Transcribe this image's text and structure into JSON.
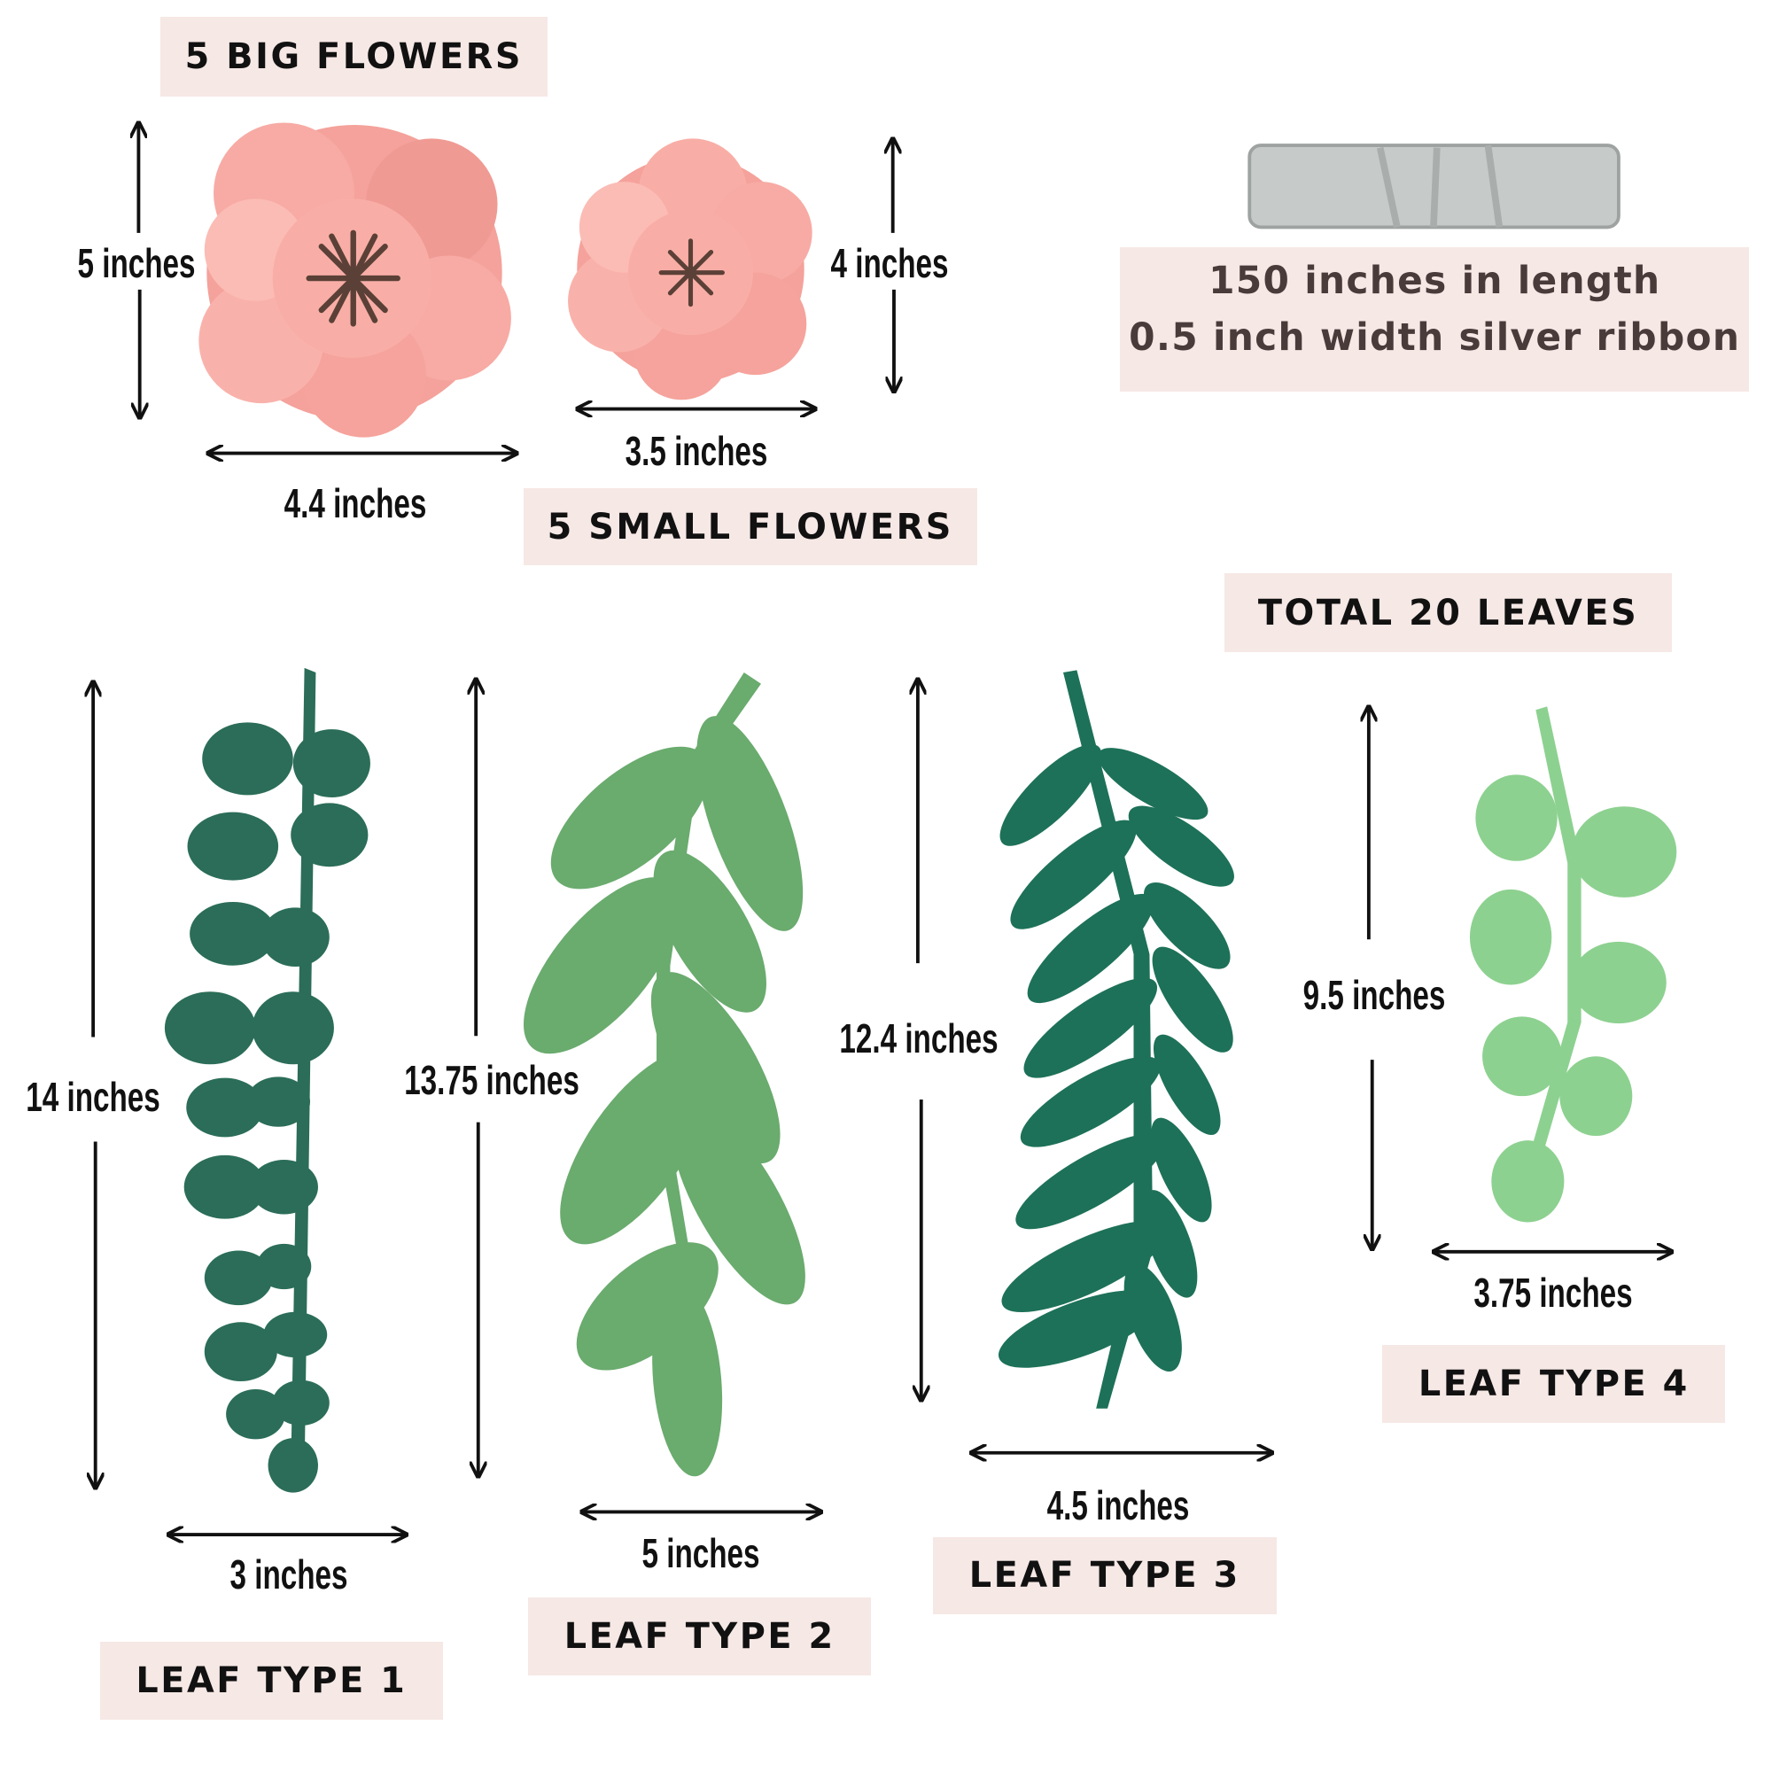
{
  "titles": {
    "big_flowers": "5 BIG FLOWERS",
    "small_flowers": "5 SMALL FLOWERS",
    "total_leaves": "TOTAL 20 LEAVES",
    "leaf1": "LEAF TYPE 1",
    "leaf2": "LEAF TYPE 2",
    "leaf3": "LEAF TYPE 3",
    "leaf4": "LEAF TYPE 4"
  },
  "ribbon": {
    "line1": "150 inches in length",
    "line2": "0.5 inch width silver ribbon"
  },
  "dimensions": {
    "big_height": "5 inches",
    "big_width": "4.4 inches",
    "small_height": "4 inches",
    "small_width": "3.5 inches",
    "leaf1_height": "14 inches",
    "leaf1_width": "3 inches",
    "leaf2_height": "13.75 inches",
    "leaf2_width": "5 inches",
    "leaf3_height": "12.4 inches",
    "leaf3_width": "4.5 inches",
    "leaf4_height": "9.5 inches",
    "leaf4_width": "3.75 inches"
  },
  "colors": {
    "label_bg": "#f6e8e5",
    "flower_pink": "#f7a9a1",
    "flower_center": "#5b4037",
    "leaf1": "#2b6d58",
    "leaf2": "#6aab6e",
    "leaf3": "#1d7158",
    "leaf4": "#8dd190",
    "ribbon": "#c4c8c6"
  }
}
